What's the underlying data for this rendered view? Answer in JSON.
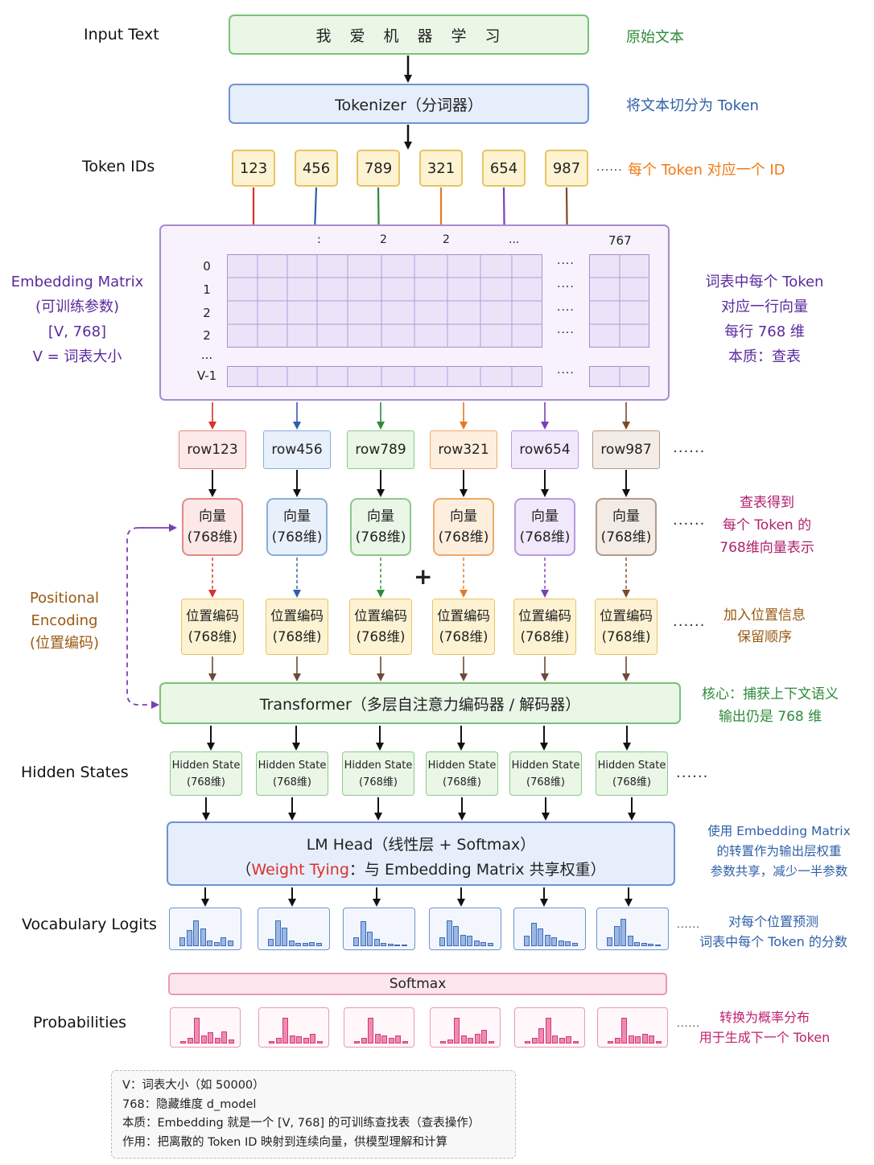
{
  "input": {
    "label": "Input Text",
    "text": "我　爱　机　器　学　习",
    "note": "原始文本"
  },
  "tokenizer": {
    "text": "Tokenizer（分词器）",
    "note": "将文本切分为 Token"
  },
  "token_ids": {
    "label": "Token IDs",
    "ids": [
      "123",
      "456",
      "789",
      "321",
      "654",
      "987"
    ],
    "ellipsis": "......",
    "note": "每个 Token 对应一个 ID"
  },
  "embedding": {
    "label_lines": [
      "Embedding Matrix",
      "(可训练参数)",
      "[V, 768]",
      "V = 词表大小"
    ],
    "row_labels": [
      "0",
      "1",
      "2",
      "2",
      "...",
      "V-1"
    ],
    "col_marks": [
      ":",
      "2",
      "2",
      "..."
    ],
    "col_last": "767",
    "row_dots": [
      "....",
      "....",
      "....",
      "....",
      "...."
    ],
    "note_lines": [
      "词表中每个 Token",
      "对应一行向量",
      "每行 768 维",
      "本质：查表"
    ]
  },
  "rows": {
    "items": [
      "row123",
      "row456",
      "row789",
      "row321",
      "row654",
      "row987"
    ],
    "ellipsis": "......"
  },
  "vectors": {
    "line1": "向量",
    "line2": "(768维)",
    "ellipsis": "......",
    "note_lines": [
      "查表得到",
      "每个 Token 的",
      "768维向量表示"
    ]
  },
  "plus": "+",
  "positional": {
    "label_lines": [
      "Positional",
      "Encoding",
      "(位置编码)"
    ],
    "line1": "位置编码",
    "line2": "(768维)",
    "ellipsis": "......",
    "note_lines": [
      "加入位置信息",
      "保留顺序"
    ]
  },
  "transformer": {
    "text": "Transformer（多层自注意力编码器 / 解码器）",
    "note_lines": [
      "核心：捕获上下文语义",
      "输出仍是 768 维"
    ]
  },
  "hidden": {
    "label": "Hidden States",
    "line1": "Hidden State",
    "line2": "(768维)",
    "ellipsis": "......"
  },
  "lm_head": {
    "line1": "LM Head（线性层 + Softmax）",
    "line2_pre": "（",
    "line2_red": "Weight Tying",
    "line2_post": "：与 Embedding Matrix 共享权重）",
    "note_lines": [
      "使用 Embedding Matrix",
      "的转置作为输出层权重",
      "参数共享，减少一半参数"
    ]
  },
  "logits": {
    "label": "Vocabulary Logits",
    "ellipsis": "......",
    "note_lines": [
      "对每个位置预测",
      "词表中每个 Token 的分数"
    ]
  },
  "softmax": {
    "text": "Softmax"
  },
  "probs": {
    "label": "Probabilities",
    "ellipsis": "......",
    "note_lines": [
      "转换为概率分布",
      "用于生成下一个 Token"
    ]
  },
  "legend": {
    "lines": [
      "V：词表大小（如 50000）",
      "768：隐藏维度 d_model",
      "本质：Embedding 就是一个 [V, 768] 的可训练查找表（查表操作）",
      "作用：把离散的 Token ID 映射到连续向量，供模型理解和计算"
    ]
  },
  "colors": {
    "red": "#d9302c",
    "blue": "#2e5fa8",
    "green": "#2e8b3a",
    "orange": "#e57a1e",
    "purple": "#7b3fb4",
    "brown": "#7a4a2a",
    "input_note": "#2e8b3a",
    "tok_note": "#2e5fa8",
    "id_note": "#f07a12",
    "emb": "#5a2a9e",
    "vec_note": "#b0206e",
    "pos": "#9a5a12",
    "trans_note": "#2e8b3a",
    "lm_note": "#2e5fa8",
    "logit_note": "#2e5fa8",
    "prob_note": "#c0206e"
  }
}
